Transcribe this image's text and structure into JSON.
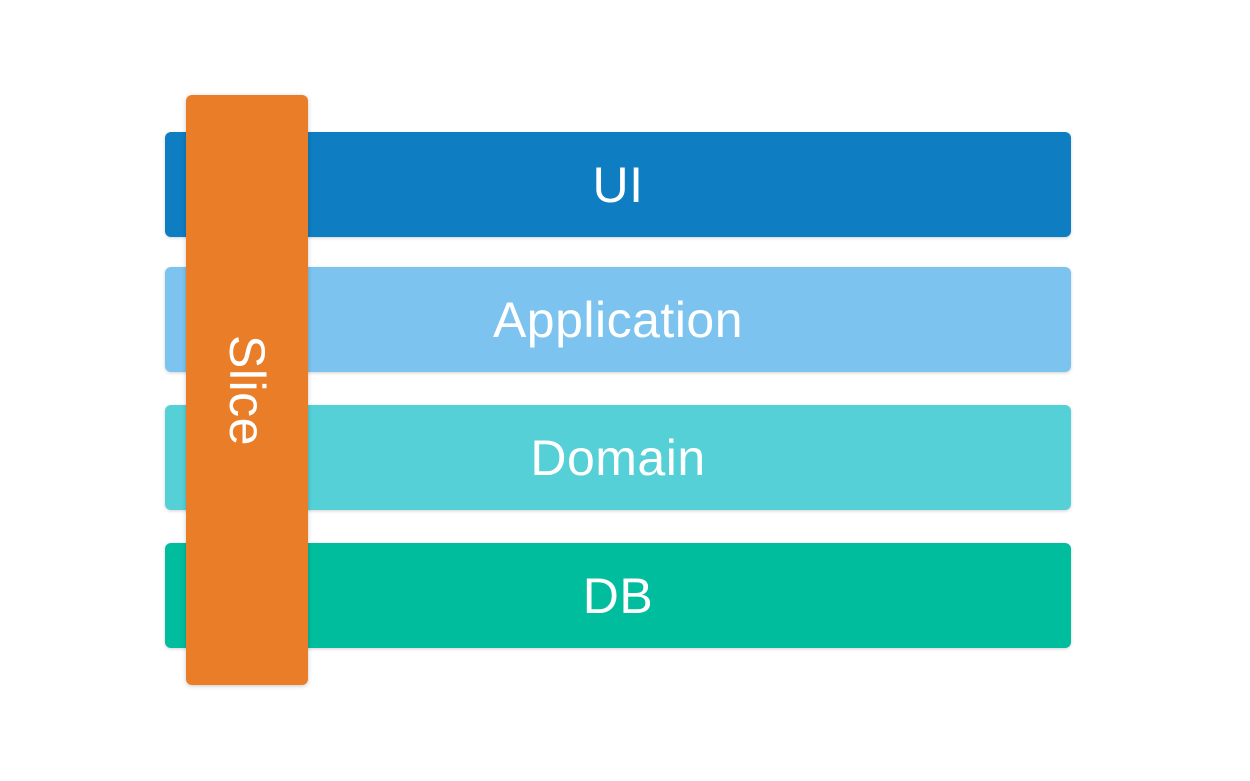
{
  "diagram": {
    "background": "#ffffff",
    "text_color": "#ffffff",
    "layers": [
      {
        "label": "UI",
        "color": "#0e7dc2"
      },
      {
        "label": "Application",
        "color": "#7dc3ef"
      },
      {
        "label": "Domain",
        "color": "#55d0d6"
      },
      {
        "label": "DB",
        "color": "#00bd9e"
      }
    ],
    "slice": {
      "label": "Slice",
      "color": "#ea7d27"
    }
  }
}
